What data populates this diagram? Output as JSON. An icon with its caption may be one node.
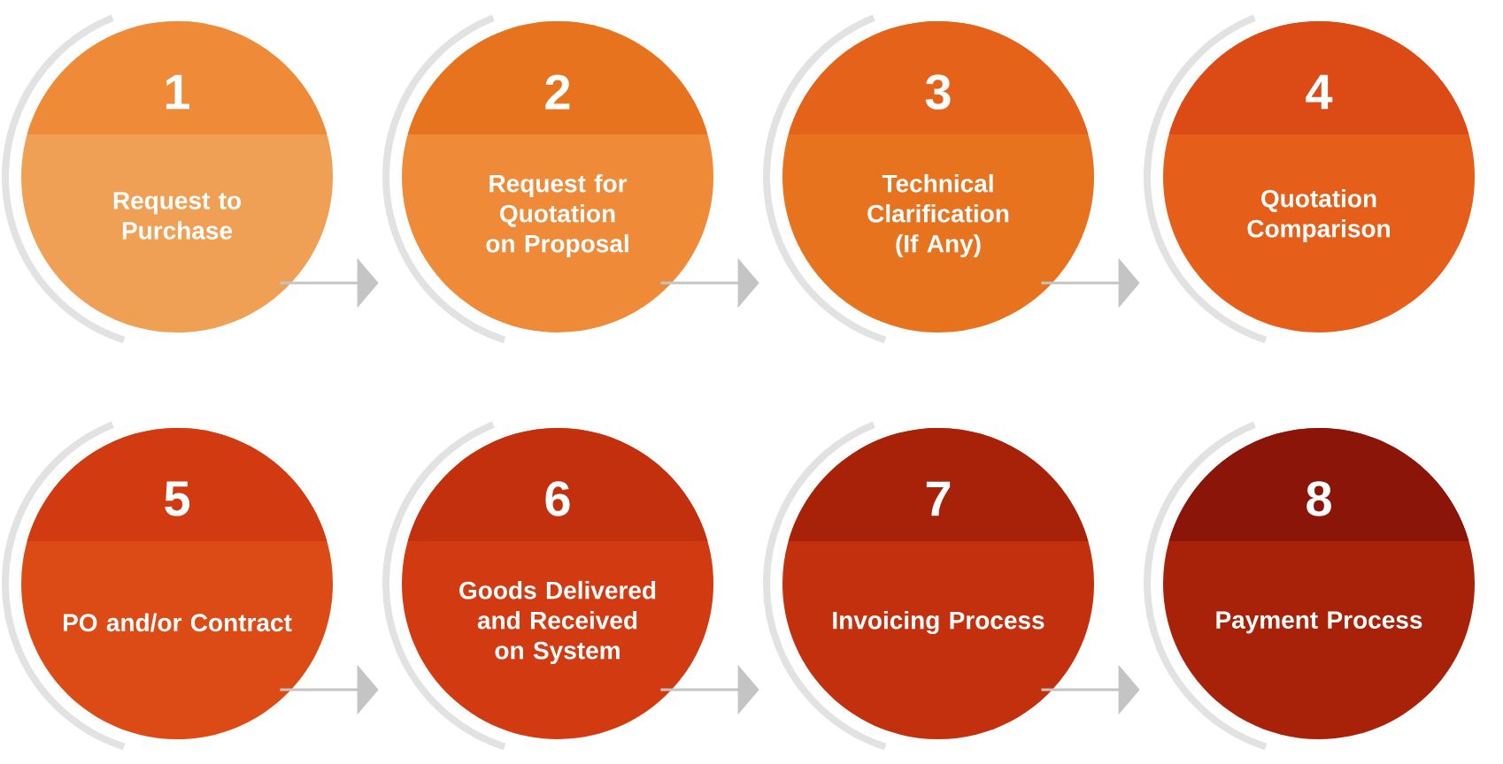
{
  "diagram": {
    "nodes": [
      {
        "text": [
          "1",
          "Request to Purchase"
        ]
      },
      {
        "text": [
          "2",
          "Request for Quotation on Proposal"
        ]
      },
      {
        "text": [
          "3",
          "Technical Clarification (If Any)"
        ]
      },
      {
        "text": [
          "4",
          "Quotation Comparison"
        ]
      },
      {
        "text": [
          "5",
          "PO and/or Contract"
        ]
      },
      {
        "text": [
          "6",
          "Goods Delivered and Received on System"
        ]
      },
      {
        "text": [
          "7",
          "Invoicing Process"
        ]
      },
      {
        "text": [
          "8",
          "Payment Process"
        ]
      }
    ],
    "edges": [
      {
        "from": 0,
        "to": 1,
        "arrow": "to"
      },
      {
        "from": 1,
        "to": 2,
        "arrow": "to"
      },
      {
        "from": 2,
        "to": 3,
        "arrow": "to"
      },
      {
        "from": 4,
        "to": 5,
        "arrow": "to"
      },
      {
        "from": 5,
        "to": 6,
        "arrow": "to"
      },
      {
        "from": 6,
        "to": 7,
        "arrow": "to"
      }
    ]
  }
}
